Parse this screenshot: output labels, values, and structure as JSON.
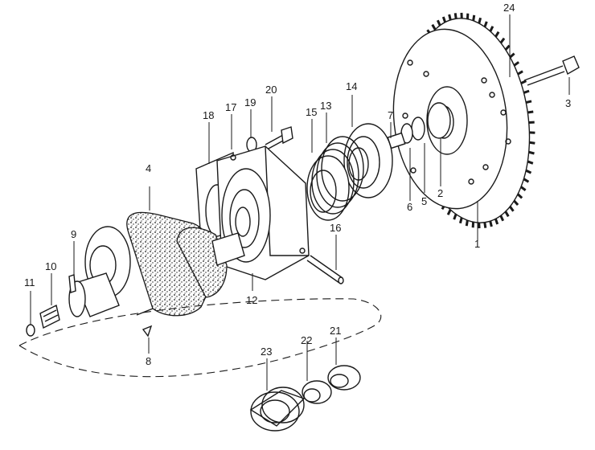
{
  "labels": [
    {
      "id": "1",
      "text": "1"
    },
    {
      "id": "2",
      "text": "2"
    },
    {
      "id": "3",
      "text": "3"
    },
    {
      "id": "4",
      "text": "4"
    },
    {
      "id": "5",
      "text": "5"
    },
    {
      "id": "6",
      "text": "6"
    },
    {
      "id": "7",
      "text": "7"
    },
    {
      "id": "8",
      "text": "8"
    },
    {
      "id": "9",
      "text": "9"
    },
    {
      "id": "10",
      "text": "10"
    },
    {
      "id": "11",
      "text": "11"
    },
    {
      "id": "12",
      "text": "12"
    },
    {
      "id": "13",
      "text": "13"
    },
    {
      "id": "14",
      "text": "14"
    },
    {
      "id": "15",
      "text": "15"
    },
    {
      "id": "16",
      "text": "16"
    },
    {
      "id": "17",
      "text": "17"
    },
    {
      "id": "18",
      "text": "18"
    },
    {
      "id": "19",
      "text": "19"
    },
    {
      "id": "20",
      "text": "20"
    },
    {
      "id": "21",
      "text": "21"
    },
    {
      "id": "22",
      "text": "22"
    },
    {
      "id": "23",
      "text": "23"
    },
    {
      "id": "24",
      "text": "24"
    }
  ],
  "colors": {
    "ink": "#1a1a1a",
    "paper": "#ffffff"
  }
}
